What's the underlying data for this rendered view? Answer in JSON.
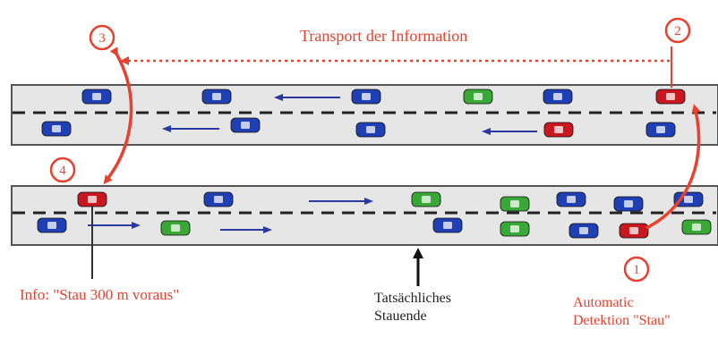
{
  "colors": {
    "annotation": "#e8412f",
    "road": "#e6e6e6",
    "car_blue": "#1f3fb5",
    "car_green": "#3aa836",
    "car_red": "#c8171f",
    "flow_arrow": "#2a3aa0"
  },
  "labels": {
    "transport": "Transport der Information",
    "info": "Info: \"Stau 300 m voraus\"",
    "stau_line1": "Tatsächliches",
    "stau_line2": "Stauende",
    "detection_line1": "Automatic",
    "detection_line2": "Detektion \"Stau\"",
    "step_top_left": "3",
    "step_top_right": "2",
    "step_mid_left": "4",
    "step_bottom_right": "1"
  },
  "roads": [
    {
      "name": "upper",
      "direction": "left"
    },
    {
      "name": "lower",
      "direction": "right"
    }
  ],
  "cars": {
    "upper": [
      {
        "color": "blue"
      },
      {
        "color": "blue"
      },
      {
        "color": "blue"
      },
      {
        "color": "green"
      },
      {
        "color": "blue"
      },
      {
        "color": "red"
      },
      {
        "color": "blue"
      },
      {
        "color": "blue"
      },
      {
        "color": "red"
      },
      {
        "color": "blue"
      },
      {
        "color": "blue"
      }
    ],
    "lower": [
      {
        "color": "red"
      },
      {
        "color": "blue"
      },
      {
        "color": "green"
      },
      {
        "color": "green"
      },
      {
        "color": "blue"
      },
      {
        "color": "blue"
      },
      {
        "color": "blue"
      },
      {
        "color": "blue"
      },
      {
        "color": "green"
      },
      {
        "color": "blue"
      },
      {
        "color": "green"
      },
      {
        "color": "blue"
      },
      {
        "color": "red"
      },
      {
        "color": "green"
      }
    ]
  }
}
